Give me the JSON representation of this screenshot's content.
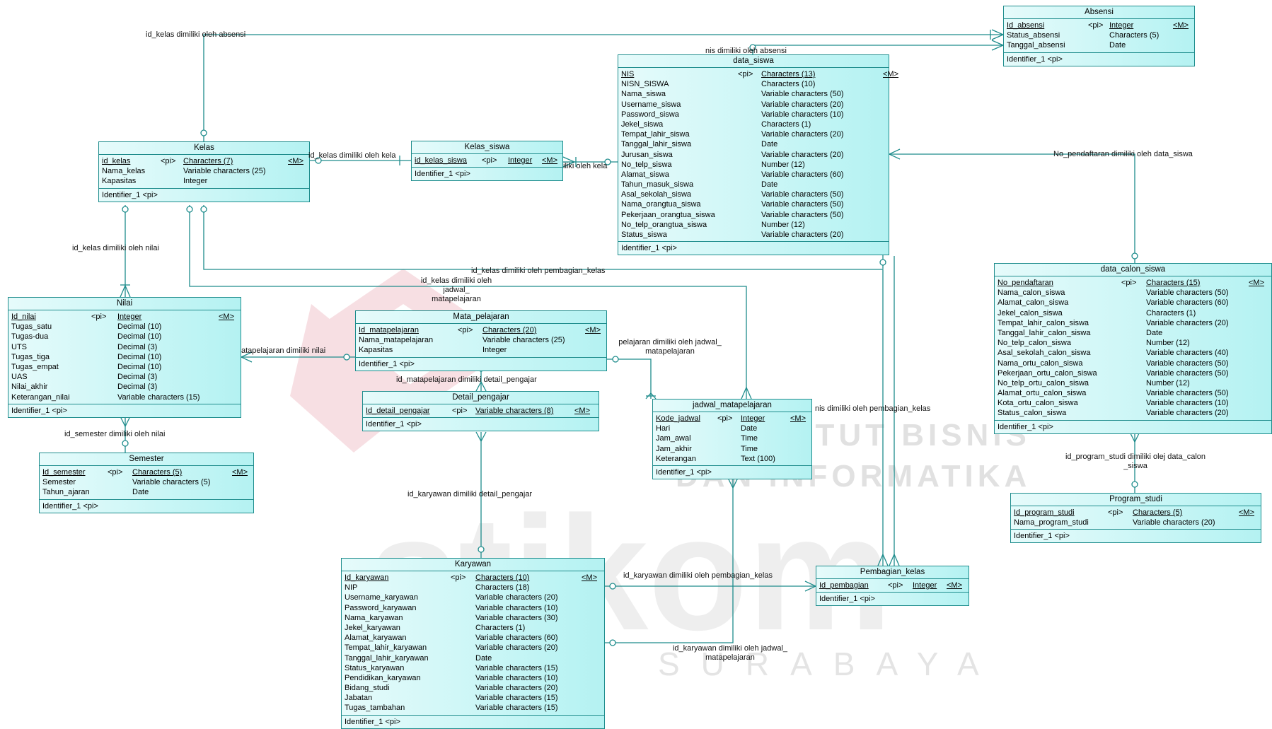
{
  "watermark": {
    "line1": "INSTITUT BISNIS",
    "line2": "DAN INFORMATIKA",
    "logo": "stikom",
    "city": "SURABAYA"
  },
  "colors": {
    "line": "#1e8c8c",
    "entity_fill_light": "#e6fbfb",
    "entity_fill_dark": "#b4f2f2",
    "watermark_red": "#c8102e"
  },
  "entities": [
    {
      "id": "absensi",
      "title": "Absensi",
      "attrs": [
        {
          "name": "Id_absensi",
          "pk": "<pi>",
          "type": "Integer",
          "mark": "<M>",
          "key": true
        },
        {
          "name": "Status_absensi",
          "pk": "",
          "type": "Characters (5)",
          "mark": ""
        },
        {
          "name": "Tanggal_absensi",
          "pk": "",
          "type": "Date",
          "mark": ""
        }
      ],
      "identifier": "Identifier_1   <pi>"
    },
    {
      "id": "data_siswa",
      "title": "data_siswa",
      "attrs": [
        {
          "name": "NIS",
          "pk": "<pi>",
          "type": "Characters (13)",
          "mark": "<M>",
          "key": true
        },
        {
          "name": "NISN_SISWA",
          "pk": "",
          "type": "Characters (10)",
          "mark": ""
        },
        {
          "name": "Nama_siswa",
          "pk": "",
          "type": "Variable characters (50)",
          "mark": ""
        },
        {
          "name": "Username_siswa",
          "pk": "",
          "type": "Variable characters (20)",
          "mark": ""
        },
        {
          "name": "Password_siswa",
          "pk": "",
          "type": "Variable characters (10)",
          "mark": ""
        },
        {
          "name": "Jekel_siswa",
          "pk": "",
          "type": "Characters (1)",
          "mark": ""
        },
        {
          "name": "Tempat_lahir_siswa",
          "pk": "",
          "type": "Variable characters (20)",
          "mark": ""
        },
        {
          "name": "Tanggal_lahir_siswa",
          "pk": "",
          "type": "Date",
          "mark": ""
        },
        {
          "name": "Jurusan_siswa",
          "pk": "",
          "type": "Variable characters (20)",
          "mark": ""
        },
        {
          "name": "No_telp_siswa",
          "pk": "",
          "type": "Number (12)",
          "mark": ""
        },
        {
          "name": "Alamat_siswa",
          "pk": "",
          "type": "Variable characters (60)",
          "mark": ""
        },
        {
          "name": "Tahun_masuk_siswa",
          "pk": "",
          "type": "Date",
          "mark": ""
        },
        {
          "name": "Asal_sekolah_siswa",
          "pk": "",
          "type": "Variable characters (50)",
          "mark": ""
        },
        {
          "name": "Nama_orangtua_siswa",
          "pk": "",
          "type": "Variable characters (50)",
          "mark": ""
        },
        {
          "name": "Pekerjaan_orangtua_siswa",
          "pk": "",
          "type": "Variable characters (50)",
          "mark": ""
        },
        {
          "name": "No_telp_orangtua_siswa",
          "pk": "",
          "type": "Number (12)",
          "mark": ""
        },
        {
          "name": "Status_siswa",
          "pk": "",
          "type": "Variable characters (20)",
          "mark": ""
        }
      ],
      "identifier": "Identifier_1   <pi>"
    },
    {
      "id": "kelas",
      "title": "Kelas",
      "attrs": [
        {
          "name": "id_kelas",
          "pk": "<pi>",
          "type": "Characters (7)",
          "mark": "<M>",
          "key": true
        },
        {
          "name": "Nama_kelas",
          "pk": "",
          "type": "Variable characters (25)",
          "mark": ""
        },
        {
          "name": "Kapasitas",
          "pk": "",
          "type": "Integer",
          "mark": ""
        }
      ],
      "identifier": "Identifier_1   <pi>"
    },
    {
      "id": "kelas_siswa",
      "title": "Kelas_siswa",
      "attrs": [
        {
          "name": "id_kelas_siswa",
          "pk": "<pi>",
          "type": "Integer",
          "mark": "<M>",
          "key": true
        }
      ],
      "identifier": "Identifier_1   <pi>"
    },
    {
      "id": "data_calon_siswa",
      "title": "data_calon_siswa",
      "attrs": [
        {
          "name": "No_pendaftaran",
          "pk": "<pi>",
          "type": "Characters (15)",
          "mark": "<M>",
          "key": true
        },
        {
          "name": "Nama_calon_siswa",
          "pk": "",
          "type": "Variable characters (50)",
          "mark": ""
        },
        {
          "name": "Alamat_calon_siswa",
          "pk": "",
          "type": "Variable characters (60)",
          "mark": ""
        },
        {
          "name": "Jekel_calon_siswa",
          "pk": "",
          "type": "Characters (1)",
          "mark": ""
        },
        {
          "name": "Tempat_lahir_calon_siswa",
          "pk": "",
          "type": "Variable characters (20)",
          "mark": ""
        },
        {
          "name": "Tanggal_lahir_calon_siswa",
          "pk": "",
          "type": "Date",
          "mark": ""
        },
        {
          "name": "No_telp_calon_siswa",
          "pk": "",
          "type": "Number (12)",
          "mark": ""
        },
        {
          "name": "Asal_sekolah_calon_siswa",
          "pk": "",
          "type": "Variable characters (40)",
          "mark": ""
        },
        {
          "name": "Nama_ortu_calon_siswa",
          "pk": "",
          "type": "Variable characters (50)",
          "mark": ""
        },
        {
          "name": "Pekerjaan_ortu_calon_siswa",
          "pk": "",
          "type": "Variable characters (50)",
          "mark": ""
        },
        {
          "name": "No_telp_ortu_calon_siswa",
          "pk": "",
          "type": "Number (12)",
          "mark": ""
        },
        {
          "name": "Alamat_ortu_calon_siswa",
          "pk": "",
          "type": "Variable characters (50)",
          "mark": ""
        },
        {
          "name": "Kota_ortu_calon_siswa",
          "pk": "",
          "type": "Variable characters (10)",
          "mark": ""
        },
        {
          "name": "Status_calon_siswa",
          "pk": "",
          "type": "Variable characters (20)",
          "mark": ""
        }
      ],
      "identifier": "Identifier_1   <pi>"
    },
    {
      "id": "nilai",
      "title": "Nilai",
      "attrs": [
        {
          "name": "Id_nilai",
          "pk": "<pi>",
          "type": "Integer",
          "mark": "<M>",
          "key": true
        },
        {
          "name": "Tugas_satu",
          "pk": "",
          "type": "Decimal (10)",
          "mark": ""
        },
        {
          "name": "Tugas-dua",
          "pk": "",
          "type": "Decimal (10)",
          "mark": ""
        },
        {
          "name": "UTS",
          "pk": "",
          "type": "Decimal (3)",
          "mark": ""
        },
        {
          "name": "Tugas_tiga",
          "pk": "",
          "type": "Decimal (10)",
          "mark": ""
        },
        {
          "name": "Tugas_empat",
          "pk": "",
          "type": "Decimal (10)",
          "mark": ""
        },
        {
          "name": "UAS",
          "pk": "",
          "type": "Decimal (3)",
          "mark": ""
        },
        {
          "name": "Nilai_akhir",
          "pk": "",
          "type": "Decimal (3)",
          "mark": ""
        },
        {
          "name": "Keterangan_nilai",
          "pk": "",
          "type": "Variable characters (15)",
          "mark": ""
        }
      ],
      "identifier": "Identifier_1   <pi>"
    },
    {
      "id": "mata_pelajaran",
      "title": "Mata_pelajaran",
      "attrs": [
        {
          "name": "Id_matapelajaran",
          "pk": "<pi>",
          "type": "Characters (20)",
          "mark": "<M>",
          "key": true
        },
        {
          "name": "Nama_matapelajaran",
          "pk": "",
          "type": "Variable characters (25)",
          "mark": ""
        },
        {
          "name": "Kapasitas",
          "pk": "",
          "type": "Integer",
          "mark": ""
        }
      ],
      "identifier": "Identifier_1   <pi>"
    },
    {
      "id": "detail_pengajar",
      "title": "Detail_pengajar",
      "attrs": [
        {
          "name": "Id_detail_pengajar",
          "pk": "<pi>",
          "type": "Variable characters (8)",
          "mark": "<M>",
          "key": true
        }
      ],
      "identifier": "Identifier_1   <pi>"
    },
    {
      "id": "jadwal_matapelajaran",
      "title": "jadwal_matapelajaran",
      "attrs": [
        {
          "name": "Kode_jadwal",
          "pk": "<pi>",
          "type": "Integer",
          "mark": "<M>",
          "key": true
        },
        {
          "name": "Hari",
          "pk": "",
          "type": "Date",
          "mark": ""
        },
        {
          "name": "Jam_awal",
          "pk": "",
          "type": "Time",
          "mark": ""
        },
        {
          "name": "Jam_akhir",
          "pk": "",
          "type": "Time",
          "mark": ""
        },
        {
          "name": "Keterangan",
          "pk": "",
          "type": "Text (100)",
          "mark": ""
        }
      ],
      "identifier": "Identifier_1   <pi>"
    },
    {
      "id": "semester",
      "title": "Semester",
      "attrs": [
        {
          "name": "Id_semester",
          "pk": "<pi>",
          "type": "Characters (5)",
          "mark": "<M>",
          "key": true
        },
        {
          "name": "Semester",
          "pk": "",
          "type": "Variable characters (5)",
          "mark": ""
        },
        {
          "name": "Tahun_ajaran",
          "pk": "",
          "type": "Date",
          "mark": ""
        }
      ],
      "identifier": "Identifier_1   <pi>"
    },
    {
      "id": "program_studi",
      "title": "Program_studi",
      "attrs": [
        {
          "name": "Id_program_studi",
          "pk": "<pi>",
          "type": "Characters (5)",
          "mark": "<M>",
          "key": true
        },
        {
          "name": "Nama_program_studi",
          "pk": "",
          "type": "Variable characters (20)",
          "mark": ""
        }
      ],
      "identifier": "Identifier_1   <pi>"
    },
    {
      "id": "karyawan",
      "title": "Karyawan",
      "attrs": [
        {
          "name": "Id_karyawan",
          "pk": "<pi>",
          "type": "Characters (10)",
          "mark": "<M>",
          "key": true
        },
        {
          "name": "NIP",
          "pk": "",
          "type": "Characters (18)",
          "mark": ""
        },
        {
          "name": "Username_karyawan",
          "pk": "",
          "type": "Variable characters (20)",
          "mark": ""
        },
        {
          "name": "Password_karyawan",
          "pk": "",
          "type": "Variable characters (10)",
          "mark": ""
        },
        {
          "name": "Nama_karyawan",
          "pk": "",
          "type": "Variable characters (30)",
          "mark": ""
        },
        {
          "name": "Jekel_karyawan",
          "pk": "",
          "type": "Characters (1)",
          "mark": ""
        },
        {
          "name": "Alamat_karyawan",
          "pk": "",
          "type": "Variable characters (60)",
          "mark": ""
        },
        {
          "name": "Tempat_lahir_karyawan",
          "pk": "",
          "type": "Variable characters (20)",
          "mark": ""
        },
        {
          "name": "Tanggal_lahir_karyawan",
          "pk": "",
          "type": "Date",
          "mark": ""
        },
        {
          "name": "Status_karyawan",
          "pk": "",
          "type": "Variable characters (15)",
          "mark": ""
        },
        {
          "name": "Pendidikan_karyawan",
          "pk": "",
          "type": "Variable characters (10)",
          "mark": ""
        },
        {
          "name": "Bidang_studi",
          "pk": "",
          "type": "Variable characters (20)",
          "mark": ""
        },
        {
          "name": "Jabatan",
          "pk": "",
          "type": "Variable characters (15)",
          "mark": ""
        },
        {
          "name": "Tugas_tambahan",
          "pk": "",
          "type": "Variable characters (15)",
          "mark": ""
        }
      ],
      "identifier": "Identifier_1   <pi>"
    },
    {
      "id": "pembagian_kelas",
      "title": "Pembagian_kelas",
      "attrs": [
        {
          "name": "Id_pembagian",
          "pk": "<pi>",
          "type": "Integer",
          "mark": "<M>",
          "key": true
        }
      ],
      "identifier": "Identifier_1   <pi>"
    }
  ],
  "relationships": [
    "id_kelas dimiliki oleh absensi",
    "nis dimiliki oleh absensi",
    "id_kelas dimiliki oleh kela",
    "iliki oleh kela",
    "No_pendaftaran dimiliki oleh data_siswa",
    "id_kelas dimiliki oleh nilai",
    "id_kelas dimiliki oleh pembagian_kelas",
    "id_kelas dimiliki oleh jadwal_ matapelajaran",
    "atapelajaran dimiliki nilai",
    "pelajaran dimiliki oleh jadwal_ matapelajaran",
    "id_matapelajaran dimiliki detail_pengajar",
    "nis dimiliki oleh pembagian_kelas",
    "id_semester dimiliki oleh nilai",
    "id_program_studi dimiliki olej data_calon _siswa",
    "id_karyawan dimiliki detail_pengajar",
    "id_karyawan dimiliki oleh pembagian_kelas",
    "id_karyawan dimiliki oleh jadwal_ matapelajaran"
  ]
}
